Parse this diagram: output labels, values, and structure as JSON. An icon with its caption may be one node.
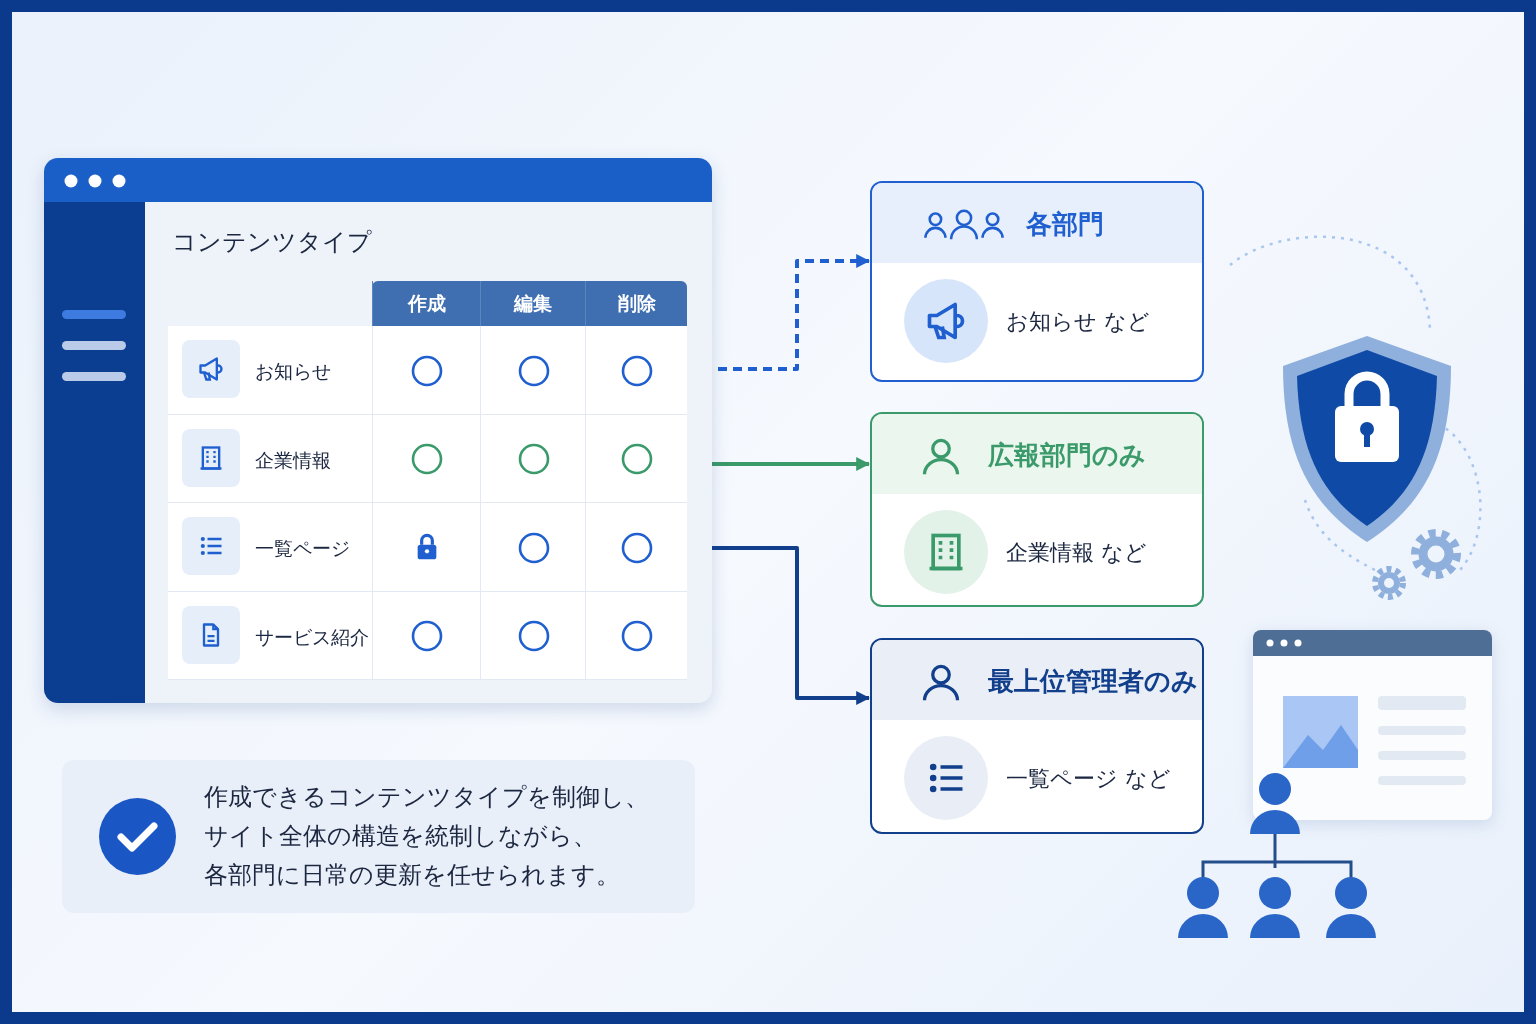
{
  "diagram": {
    "nodes": [
      {
        "text": [
          "コンテンツタイプ"
        ]
      },
      {
        "text": [
          "お知らせ"
        ],
        "in": 0
      },
      {
        "text": [
          "企業情報"
        ],
        "in": 0
      },
      {
        "text": [
          "一覧ページ"
        ],
        "in": 0
      },
      {
        "text": [
          "サービス紹介"
        ],
        "in": 0
      },
      {
        "text": [
          "各部門",
          "お知らせ など"
        ]
      },
      {
        "text": [
          "広報部門のみ",
          "企業情報 など"
        ]
      },
      {
        "text": [
          "最上位管理者のみ",
          "一覧ページ など"
        ]
      },
      {
        "text": [
          "作成できるコンテンツタイプを制御し、サイト全体の構造を統制しながら、各部門に日常の更新を任せられます。"
        ]
      }
    ],
    "edges": [
      {
        "from": 1,
        "to": 5,
        "arrow": "to",
        "style": "dashed",
        "color": "#1f5fd0"
      },
      {
        "from": 2,
        "to": 6,
        "arrow": "to",
        "color": "#3a9a6a"
      },
      {
        "from": 3,
        "to": 7,
        "arrow": "to",
        "color": "#123f8c"
      }
    ],
    "labels": [
      "作成",
      "編集",
      "削除"
    ]
  }
}
